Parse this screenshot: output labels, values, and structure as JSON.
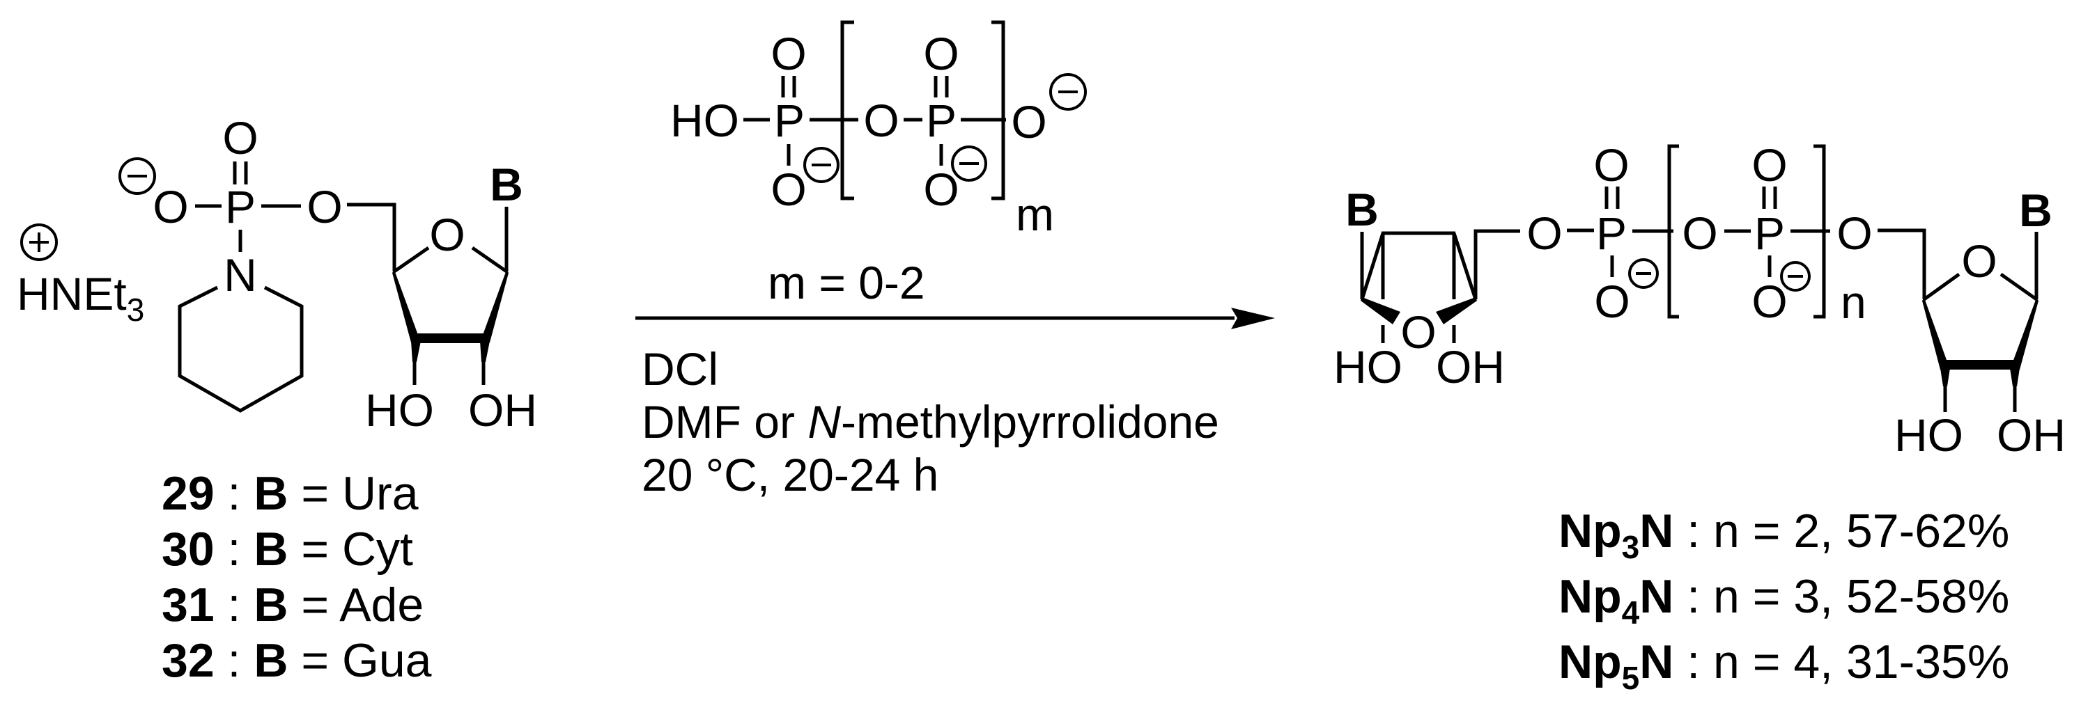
{
  "figure": {
    "type": "reaction_scheme",
    "colors": {
      "ink": "#000000",
      "background": "#ffffff"
    }
  },
  "reactant": {
    "counterion": {
      "charge": "+",
      "label": "HNEt",
      "subscript": "3"
    },
    "atoms": {
      "phosphate_o_top": "O",
      "phosphorus": "P",
      "o_anion": "O",
      "o_ester": "O",
      "nitrogen": "N",
      "ring_o": "O",
      "base": "B",
      "ho_left": "HO",
      "oh_right": "OH"
    },
    "charge_anion": "−",
    "compounds": [
      {
        "number": "29",
        "sep": " : ",
        "base": "B",
        "eq": " = ",
        "value": "Ura"
      },
      {
        "number": "30",
        "sep": " : ",
        "base": "B",
        "eq": " = ",
        "value": "Cyt"
      },
      {
        "number": "31",
        "sep": " : ",
        "base": "B",
        "eq": " = ",
        "value": "Ade"
      },
      {
        "number": "32",
        "sep": " : ",
        "base": "B",
        "eq": " = ",
        "value": "Gua"
      }
    ]
  },
  "reagent": {
    "atoms": {
      "ho": "HO",
      "p1": "P",
      "p1_o_top": "O",
      "p1_o_bottom": "O",
      "bridge_o": "O",
      "p2": "P",
      "p2_o_top": "O",
      "p2_o_bottom": "O",
      "terminal_o": "O"
    },
    "repeat_subscript": "m",
    "range_label": "m = 0-2"
  },
  "arrow": {
    "conditions": [
      {
        "text": "DCl"
      },
      {
        "prefix": "DMF or ",
        "italic": "N",
        "suffix": "-methylpyrrolidone"
      },
      {
        "text": "20 °C, 20-24 h"
      }
    ]
  },
  "product": {
    "atoms": {
      "base_left": "B",
      "ho_left": "HO",
      "oh_left": "OH",
      "ring_o_left": "O",
      "o5_left": "O",
      "p1": "P",
      "p1_o_top": "O",
      "p1_o_bottom": "O",
      "bridge_o": "O",
      "p2": "P",
      "p2_o_top": "O",
      "p2_o_bottom": "O",
      "o5_right": "O",
      "ring_o_right": "O",
      "base_right": "B",
      "ho_right": "HO",
      "oh_right": "OH"
    },
    "repeat_subscript": "n",
    "yields": [
      {
        "pre": "Np",
        "sub": "3",
        "post": "N",
        "detail": " : n = 2, 57-62%"
      },
      {
        "pre": "Np",
        "sub": "4",
        "post": "N",
        "detail": " : n = 3, 52-58%"
      },
      {
        "pre": "Np",
        "sub": "5",
        "post": "N",
        "detail": " : n = 4, 31-35%"
      }
    ]
  }
}
